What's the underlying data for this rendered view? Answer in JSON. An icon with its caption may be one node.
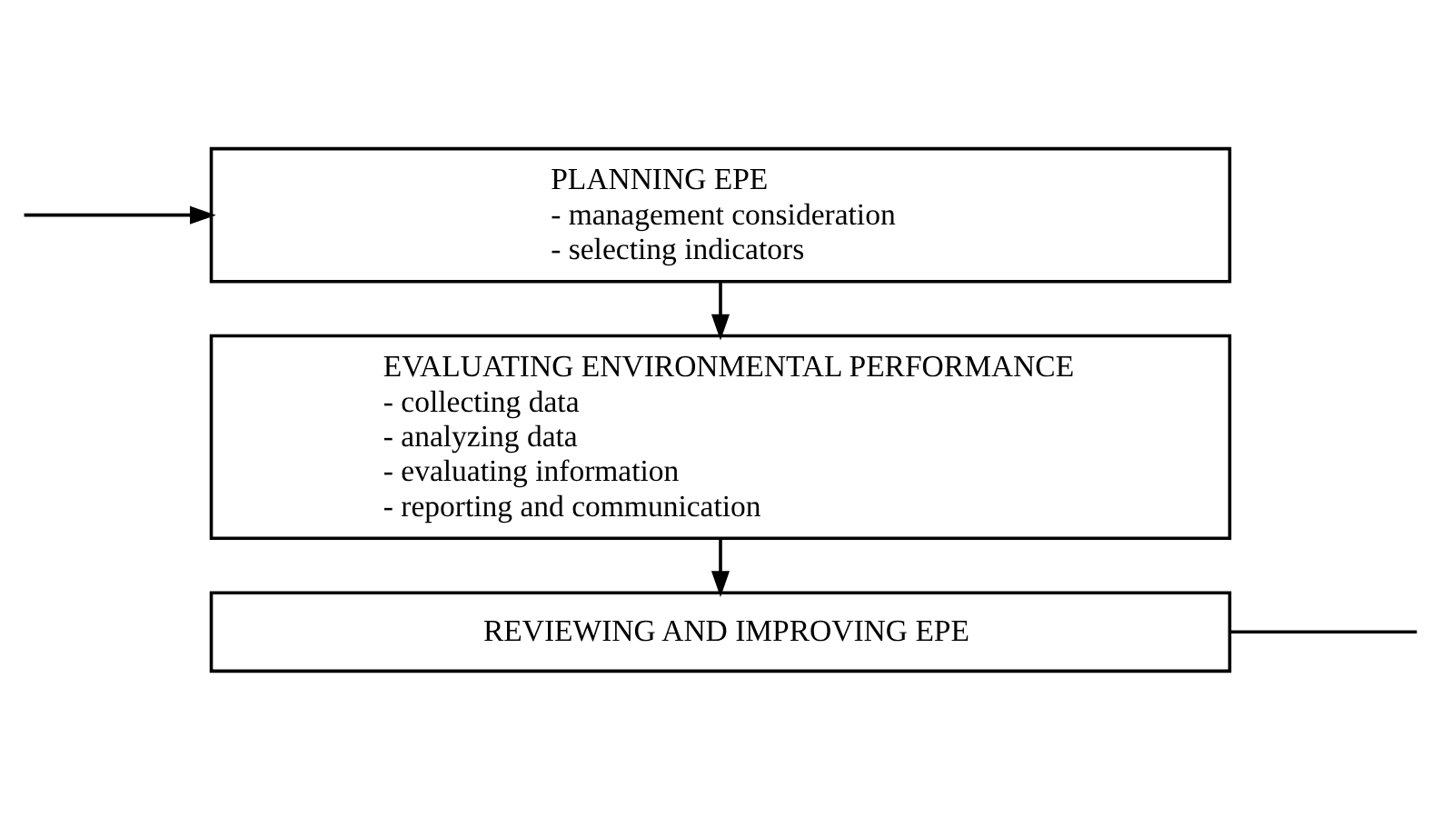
{
  "diagram": {
    "nodes": [
      {
        "text": [
          "PLANNING EPE",
          "- management consideration",
          "- selecting indicators"
        ]
      },
      {
        "text": [
          "EVALUATING ENVIRONMENTAL PERFORMANCE",
          "- collecting data",
          "- analyzing data",
          "- evaluating information",
          "- reporting and communication"
        ]
      },
      {
        "text": [
          "REVIEWING AND IMPROVING EPE"
        ]
      }
    ],
    "edges": [
      {
        "from": 0,
        "to": 1,
        "arrow": "to"
      },
      {
        "from": 1,
        "to": 2,
        "arrow": "to"
      },
      {
        "from": null,
        "to": 0,
        "arrow": "to"
      },
      {
        "from": 2,
        "to": null,
        "arrow": "none"
      }
    ]
  }
}
